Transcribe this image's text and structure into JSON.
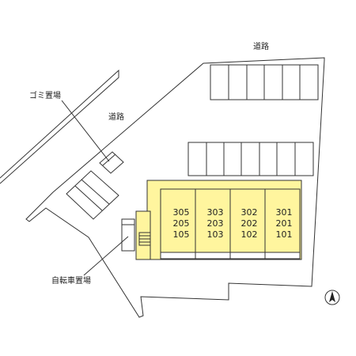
{
  "labels": {
    "road_top": "道路",
    "road_left": "道路",
    "garbage": "ゴミ置場",
    "bicycle": "自転車置場"
  },
  "building": {
    "units": [
      {
        "top": "305",
        "mid": "205",
        "bottom": "105"
      },
      {
        "top": "303",
        "mid": "203",
        "bottom": "103"
      },
      {
        "top": "302",
        "mid": "202",
        "bottom": "102"
      },
      {
        "top": "301",
        "mid": "201",
        "bottom": "101"
      }
    ]
  },
  "colors": {
    "building_fill": "#fff59e",
    "outline": "#333333",
    "background": "#ffffff"
  },
  "icons": {
    "compass": "north-arrow-icon"
  }
}
